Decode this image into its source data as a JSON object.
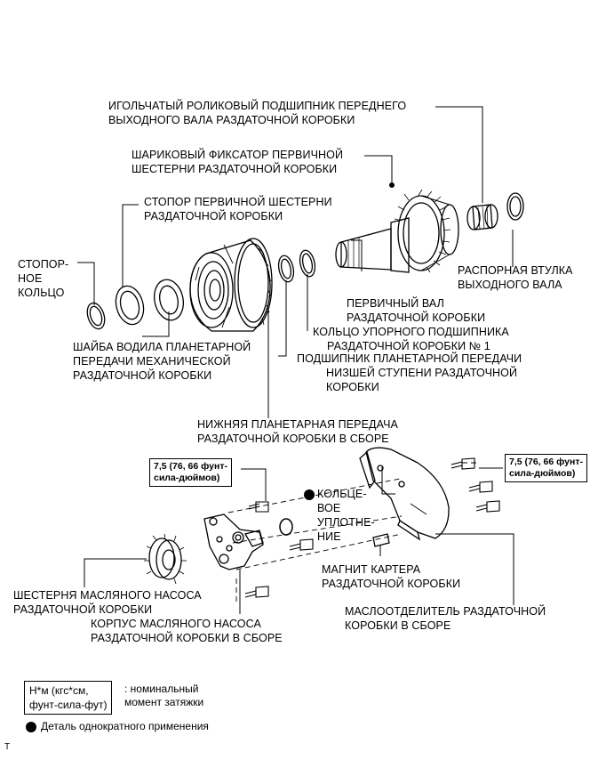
{
  "labels": {
    "needle_bearing_1": "ИГОЛЬЧАТЫЙ РОЛИКОВЫЙ ПОДШИПНИК ПЕРЕДНЕГО",
    "needle_bearing_2": "ВЫХОДНОГО ВАЛА РАЗДАТОЧНОЙ КОРОБКИ",
    "ball_retainer_1": "ШАРИКОВЫЙ ФИКСАТОР ПЕРВИЧНОЙ",
    "ball_retainer_2": "ШЕСТЕРНИ РАЗДАТОЧНОЙ КОРОБКИ",
    "gear_stopper_1": "СТОПОР ПЕРВИЧНОЙ ШЕСТЕРНИ",
    "gear_stopper_2": "РАЗДАТОЧНОЙ КОРОБКИ",
    "snap_ring_1": "СТОПОР-",
    "snap_ring_2": "НОЕ",
    "snap_ring_3": "КОЛЬЦО",
    "spacer_1": "РАСПОРНАЯ ВТУЛКА",
    "spacer_2": "ВЫХОДНОГО ВАЛА",
    "input_shaft_1": "ПЕРВИЧНЫЙ ВАЛ",
    "input_shaft_2": "РАЗДАТОЧНОЙ КОРОБКИ",
    "thrust_ring_1": "КОЛЬЦО УПОРНОГО ПОДШИПНИКА",
    "thrust_ring_2": "РАЗДАТОЧНОЙ КОРОБКИ № 1",
    "planet_bearing_1": "ПОДШИПНИК ПЛАНЕТАРНОЙ ПЕРЕДАЧИ",
    "planet_bearing_2": "НИЗШЕЙ СТУПЕНИ РАЗДАТОЧНОЙ",
    "planet_bearing_3": "КОРОБКИ",
    "carrier_washer_1": "ШАЙБА ВОДИЛА ПЛАНЕТАРНОЙ",
    "carrier_washer_2": "ПЕРЕДАЧИ МЕХАНИЧЕСКОЙ",
    "carrier_washer_3": "РАЗДАТОЧНОЙ КОРОБКИ",
    "low_planetary_1": "НИЖНЯЯ ПЛАНЕТАРНАЯ ПЕРЕДАЧА",
    "low_planetary_2": "РАЗДАТОЧНОЙ КОРОБКИ В СБОРЕ",
    "o_ring_1": "КОЛЬЦЕ-",
    "o_ring_2": "ВОЕ",
    "o_ring_3": "УПЛОТНЕ-",
    "o_ring_4": "НИЕ",
    "magnet_1": "МАГНИТ КАРТЕРА",
    "magnet_2": "РАЗДАТОЧНОЙ КОРОБКИ",
    "oil_gear_1": "ШЕСТЕРНЯ МАСЛЯНОГО НАСОСА",
    "oil_gear_2": "РАЗДАТОЧНОЙ КОРОБКИ",
    "pump_body_1": "КОРПУС МАСЛЯНОГО НАСОСА",
    "pump_body_2": "РАЗДАТОЧНОЙ КОРОБКИ В СБОРЕ",
    "separator_1": "МАСЛООТДЕЛИТЕЛЬ РАЗДАТОЧНОЙ",
    "separator_2": "КОРОБКИ В СБОРЕ"
  },
  "torque": {
    "left_1": "7,5 (76, 66 фунт-",
    "left_2": "сила-дюймов)",
    "right_1": "7,5 (76, 66 фунт-",
    "right_2": "сила-дюймов)"
  },
  "legend": {
    "unit_1": "Н*м (кгс*см,",
    "unit_2": "фунт-сила-фут)",
    "unit_desc_1": ": номинальный",
    "unit_desc_2": "момент затяжки",
    "non_reusable": "Деталь однократного применения"
  },
  "corner_mark": "T"
}
